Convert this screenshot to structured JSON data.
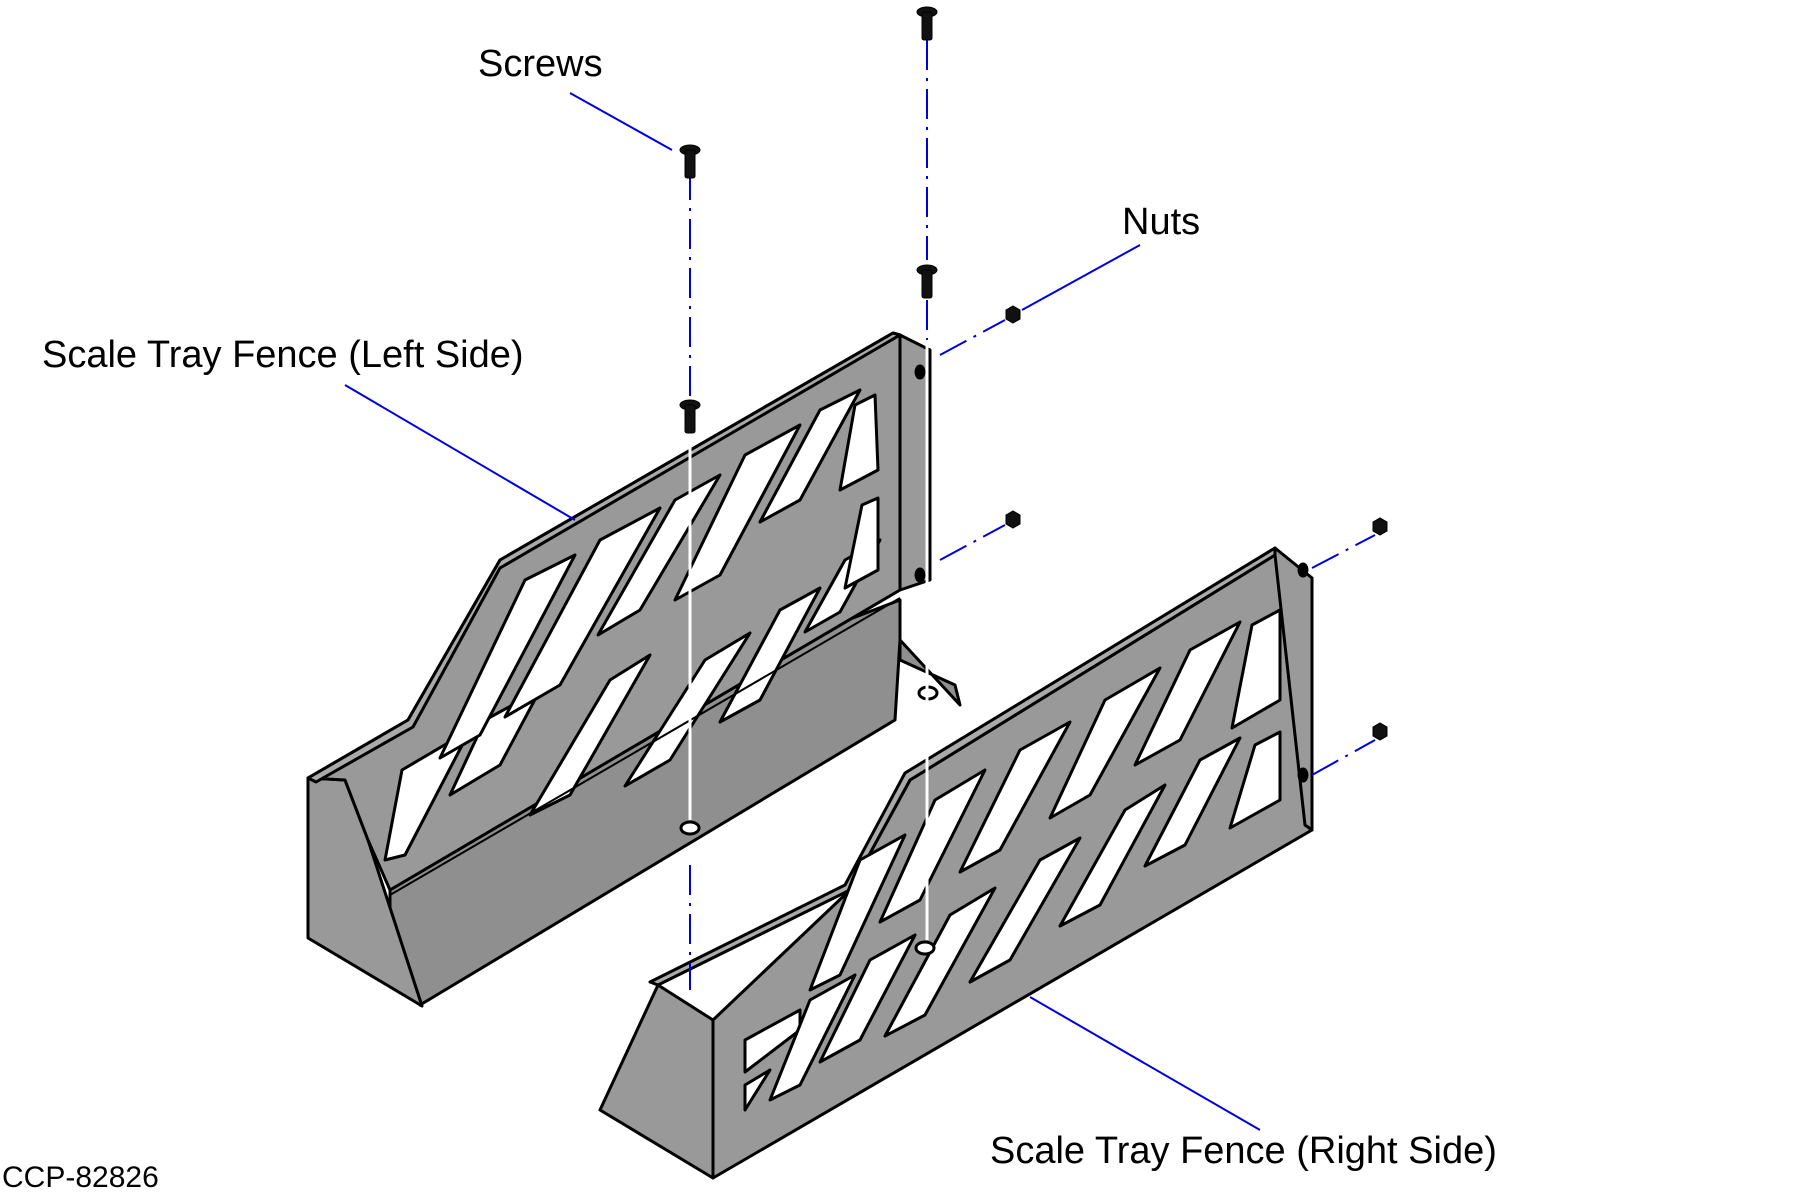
{
  "diagram": {
    "labels": {
      "screws": "Screws",
      "nuts": "Nuts",
      "left_fence": "Scale Tray Fence (Left Side)",
      "right_fence": "Scale Tray Fence (Right Side)"
    },
    "figure_id": "CCP-82826",
    "colors": {
      "part_fill": "#999999",
      "part_fill_dark": "#8a8a8a",
      "outline": "#000000",
      "leader": "#0000dd",
      "cutout": "#ffffff"
    }
  }
}
